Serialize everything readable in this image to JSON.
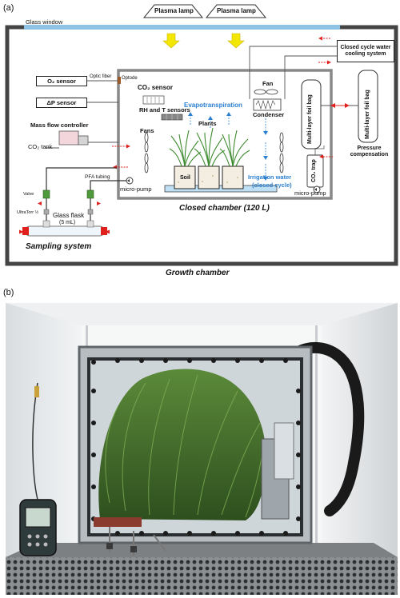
{
  "panel_a": {
    "panel_label": "(a)",
    "plasma_lamp_left": "Plasma lamp",
    "plasma_lamp_right": "Plasma lamp",
    "glass_window": "Glass window",
    "o2_sensor": "O₂ sensor",
    "optic_fiber": "Optic fiber",
    "optode": "Optode",
    "dp_sensor": "ΔP sensor",
    "mass_flow_controller": "Mass flow controller",
    "co2_tank": "CO₂ tank",
    "co2_sensor": "CO₂ sensor",
    "rh_t_sensors": "RH and T sensors",
    "fans": "Fans",
    "evapotranspiration": "Evapotranspiration",
    "plants": "Plants",
    "fan": "Fan",
    "condenser": "Condenser",
    "soil": "Soil",
    "irrigation_water": "Irrigation water",
    "closed_cycle": "(closed cycle)",
    "co2_trap": "CO₂ trap",
    "micro_pump_left": "micro-pump",
    "micro_pump_right": "micro-pump",
    "pfa_tubing": "PFA tubing",
    "valve": "Valve",
    "ultratorr": "UltraTorr ½",
    "glass_flask": "Glass flask",
    "glass_flask_volume": "(5 mL)",
    "sampling_system": "Sampling system",
    "closed_chamber": "Closed chamber (120 L)",
    "cooling_system": "Closed cycle water cooling system",
    "foil_bag_inner": "Multi-layer foil bag",
    "foil_bag_outer": "Multi-layer foil bag",
    "pressure_compensation": "Pressure compensation",
    "growth_chamber": "Growth chamber"
  },
  "panel_b": {
    "panel_label": "(b)"
  },
  "colors": {
    "accent_red": "#e0201c",
    "irrigation_blue": "#2a7fd0",
    "lamp_yellow": "#f3e600",
    "window_blue": "#8fc3e6",
    "valve_green": "#4e9a3c"
  }
}
